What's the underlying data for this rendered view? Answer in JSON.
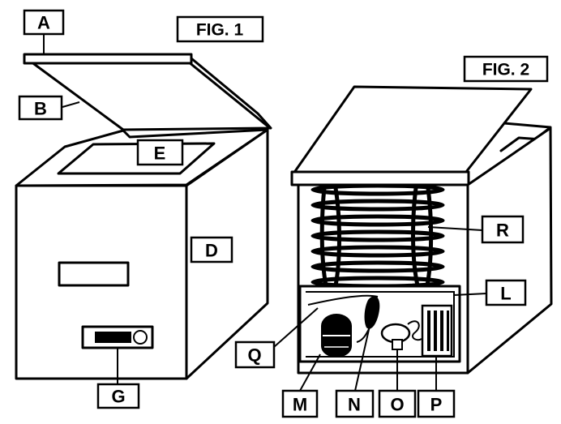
{
  "figures": {
    "fig1": {
      "title": "FIG. 1"
    },
    "fig2": {
      "title": "FIG. 2"
    }
  },
  "labels": {
    "a": "A",
    "b": "B",
    "d": "D",
    "e": "E",
    "g": "G",
    "l": "L",
    "m": "M",
    "n": "N",
    "o": "O",
    "p": "P",
    "q": "Q",
    "r": "R"
  }
}
